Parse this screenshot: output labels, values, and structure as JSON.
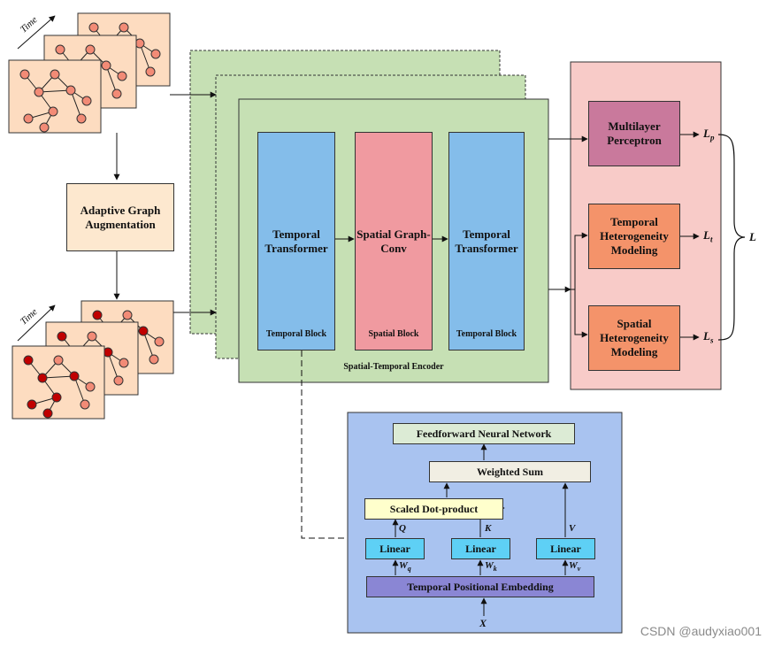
{
  "time_label": "Time",
  "adaptive": "Adaptive Graph Augmentation",
  "encoder": {
    "title": "Spatial-Temporal Encoder",
    "temporal_transformer_1": "Temporal Transformer",
    "spatial_graph_conv": "Spatial Graph-Conv",
    "temporal_transformer_2": "Temporal Transformer",
    "temporal_block_1": "Temporal Block",
    "spatial_block": "Spatial Block",
    "temporal_block_2": "Temporal Block"
  },
  "heads": {
    "mlp": "Multilayer Perceptron",
    "temporal_het": "Temporal Heterogeneity Modeling",
    "spatial_het": "Spatial Heterogeneity Modeling",
    "loss_p": "L",
    "loss_p_sub": "p",
    "loss_t": "L",
    "loss_t_sub": "t",
    "loss_s": "L",
    "loss_s_sub": "s",
    "loss_total": "L"
  },
  "attention": {
    "ffn": "Feedforward Neural Network",
    "weighted_sum": "Weighted Sum",
    "scaled_dot": "Scaled Dot-product",
    "linear_q": "Linear",
    "linear_k": "Linear",
    "linear_v": "Linear",
    "q": "Q",
    "k": "K",
    "v": "V",
    "wq": "W",
    "wq_sub": "q",
    "wk": "W",
    "wk_sub": "k",
    "wv": "W",
    "wv_sub": "v",
    "embedding": "Temporal Positional Embedding",
    "input": "X"
  },
  "watermark": "CSDN @audyxiao001",
  "colors": {
    "graph_panel": "#fddcc0",
    "encoder_green": "#c6e0b4",
    "transformer_blue": "#84bdea",
    "spatial_pink": "#f09aa0",
    "heads_panel": "#f8cbc8",
    "mlp": "#c9799c",
    "heterogeneity": "#f4936a",
    "attention_panel": "#a9c3f0",
    "ffn": "#dcebd5",
    "weighted_sum": "#f1eee3",
    "scaled_dot": "#ffffcc",
    "linear": "#5ed0f5",
    "embedding": "#8a86d4",
    "node_light": "#f28b76",
    "node_dark": "#c00000"
  }
}
